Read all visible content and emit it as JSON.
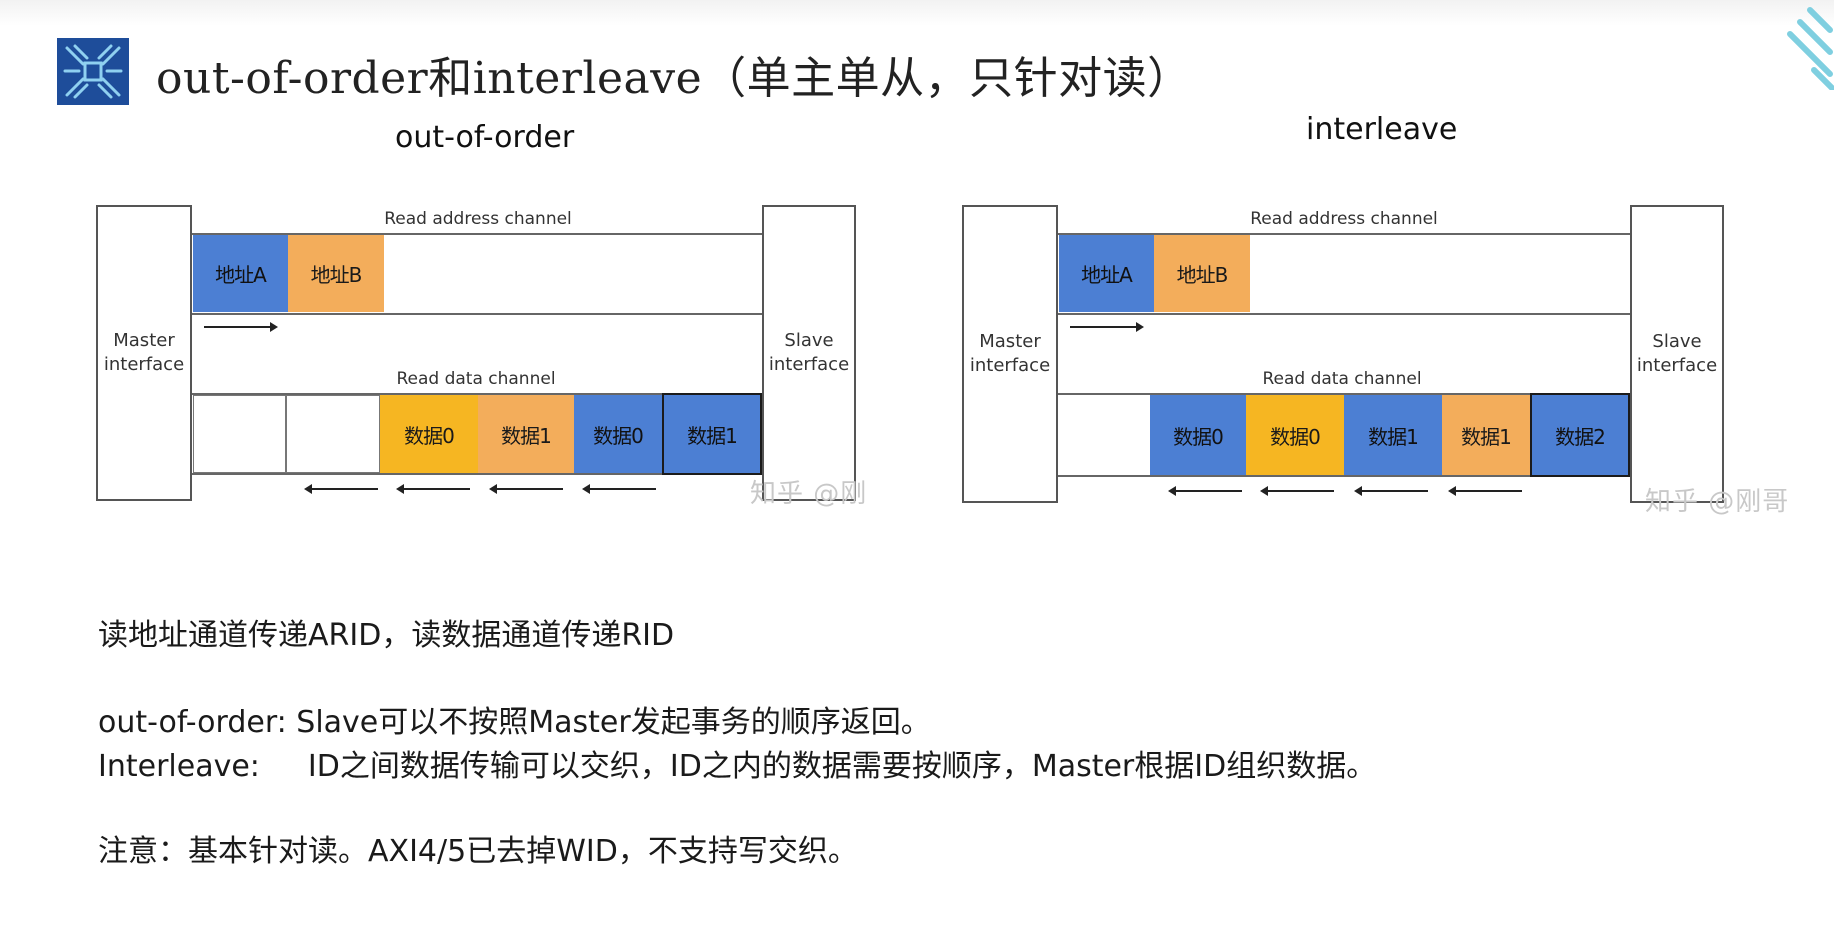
{
  "slide": {
    "title": "out-of-order和interleave（单主单从，只针对读）"
  },
  "diagrams": [
    {
      "title": "out-of-order",
      "master": [
        "Master",
        "interface"
      ],
      "slave": [
        "Slave",
        "interface"
      ],
      "addr_channel_label": "Read address channel",
      "data_channel_label": "Read data channel",
      "addr_cells": [
        {
          "label": "地址A",
          "color": "#4c7fd3"
        },
        {
          "label": "地址B",
          "color": "#f3ad5b"
        }
      ],
      "data_cells": [
        {
          "label": "",
          "color": "#ffffff",
          "style": "empty"
        },
        {
          "label": "",
          "color": "#ffffff",
          "style": "empty"
        },
        {
          "label": "数据0",
          "color": "#f6b622",
          "style": "gold"
        },
        {
          "label": "数据1",
          "color": "#f3ad5b",
          "style": "orange"
        },
        {
          "label": "数据0",
          "color": "#4c7fd3",
          "style": "blue"
        },
        {
          "label": "数据1",
          "color": "#4c7fd3",
          "style": "blue-dark"
        }
      ],
      "watermark": "知乎 @刚"
    },
    {
      "title": "interleave",
      "master": [
        "Master",
        "interface"
      ],
      "slave": [
        "Slave",
        "interface"
      ],
      "addr_channel_label": "Read address channel",
      "data_channel_label": "Read data channel",
      "addr_cells": [
        {
          "label": "地址A",
          "color": "#4c7fd3"
        },
        {
          "label": "地址B",
          "color": "#f3ad5b"
        }
      ],
      "data_cells": [
        {
          "label": "数据0",
          "color": "#4c7fd3",
          "style": "blue"
        },
        {
          "label": "数据0",
          "color": "#f6b622",
          "style": "gold"
        },
        {
          "label": "数据1",
          "color": "#4c7fd3",
          "style": "blue"
        },
        {
          "label": "数据1",
          "color": "#f3ad5b",
          "style": "orange"
        },
        {
          "label": "数据2",
          "color": "#4c7fd3",
          "style": "blue-dark"
        }
      ],
      "watermark": "知乎 @刚哥"
    }
  ],
  "text": {
    "line1": "读地址通道传递ARID，读数据通道传递RID",
    "line2": "out-of-order: Slave可以不按照Master发起事务的顺序返回。",
    "line3_label": "Interleave:",
    "line3_body": "ID之间数据传输可以交织，ID之内的数据需要按顺序，Master根据ID组织数据。",
    "line4": "注意：基本针对读。AXI4/5已去掉WID，不支持写交织。"
  },
  "colors": {
    "brand": "#1e4d9a",
    "blue_cell": "#4c7fd3",
    "orange_cell": "#f3ad5b",
    "gold_cell": "#f6b622",
    "deco": "#7fcfe0"
  },
  "icons": [
    "chip-logo-icon",
    "diagonal-stripes-decoration"
  ]
}
